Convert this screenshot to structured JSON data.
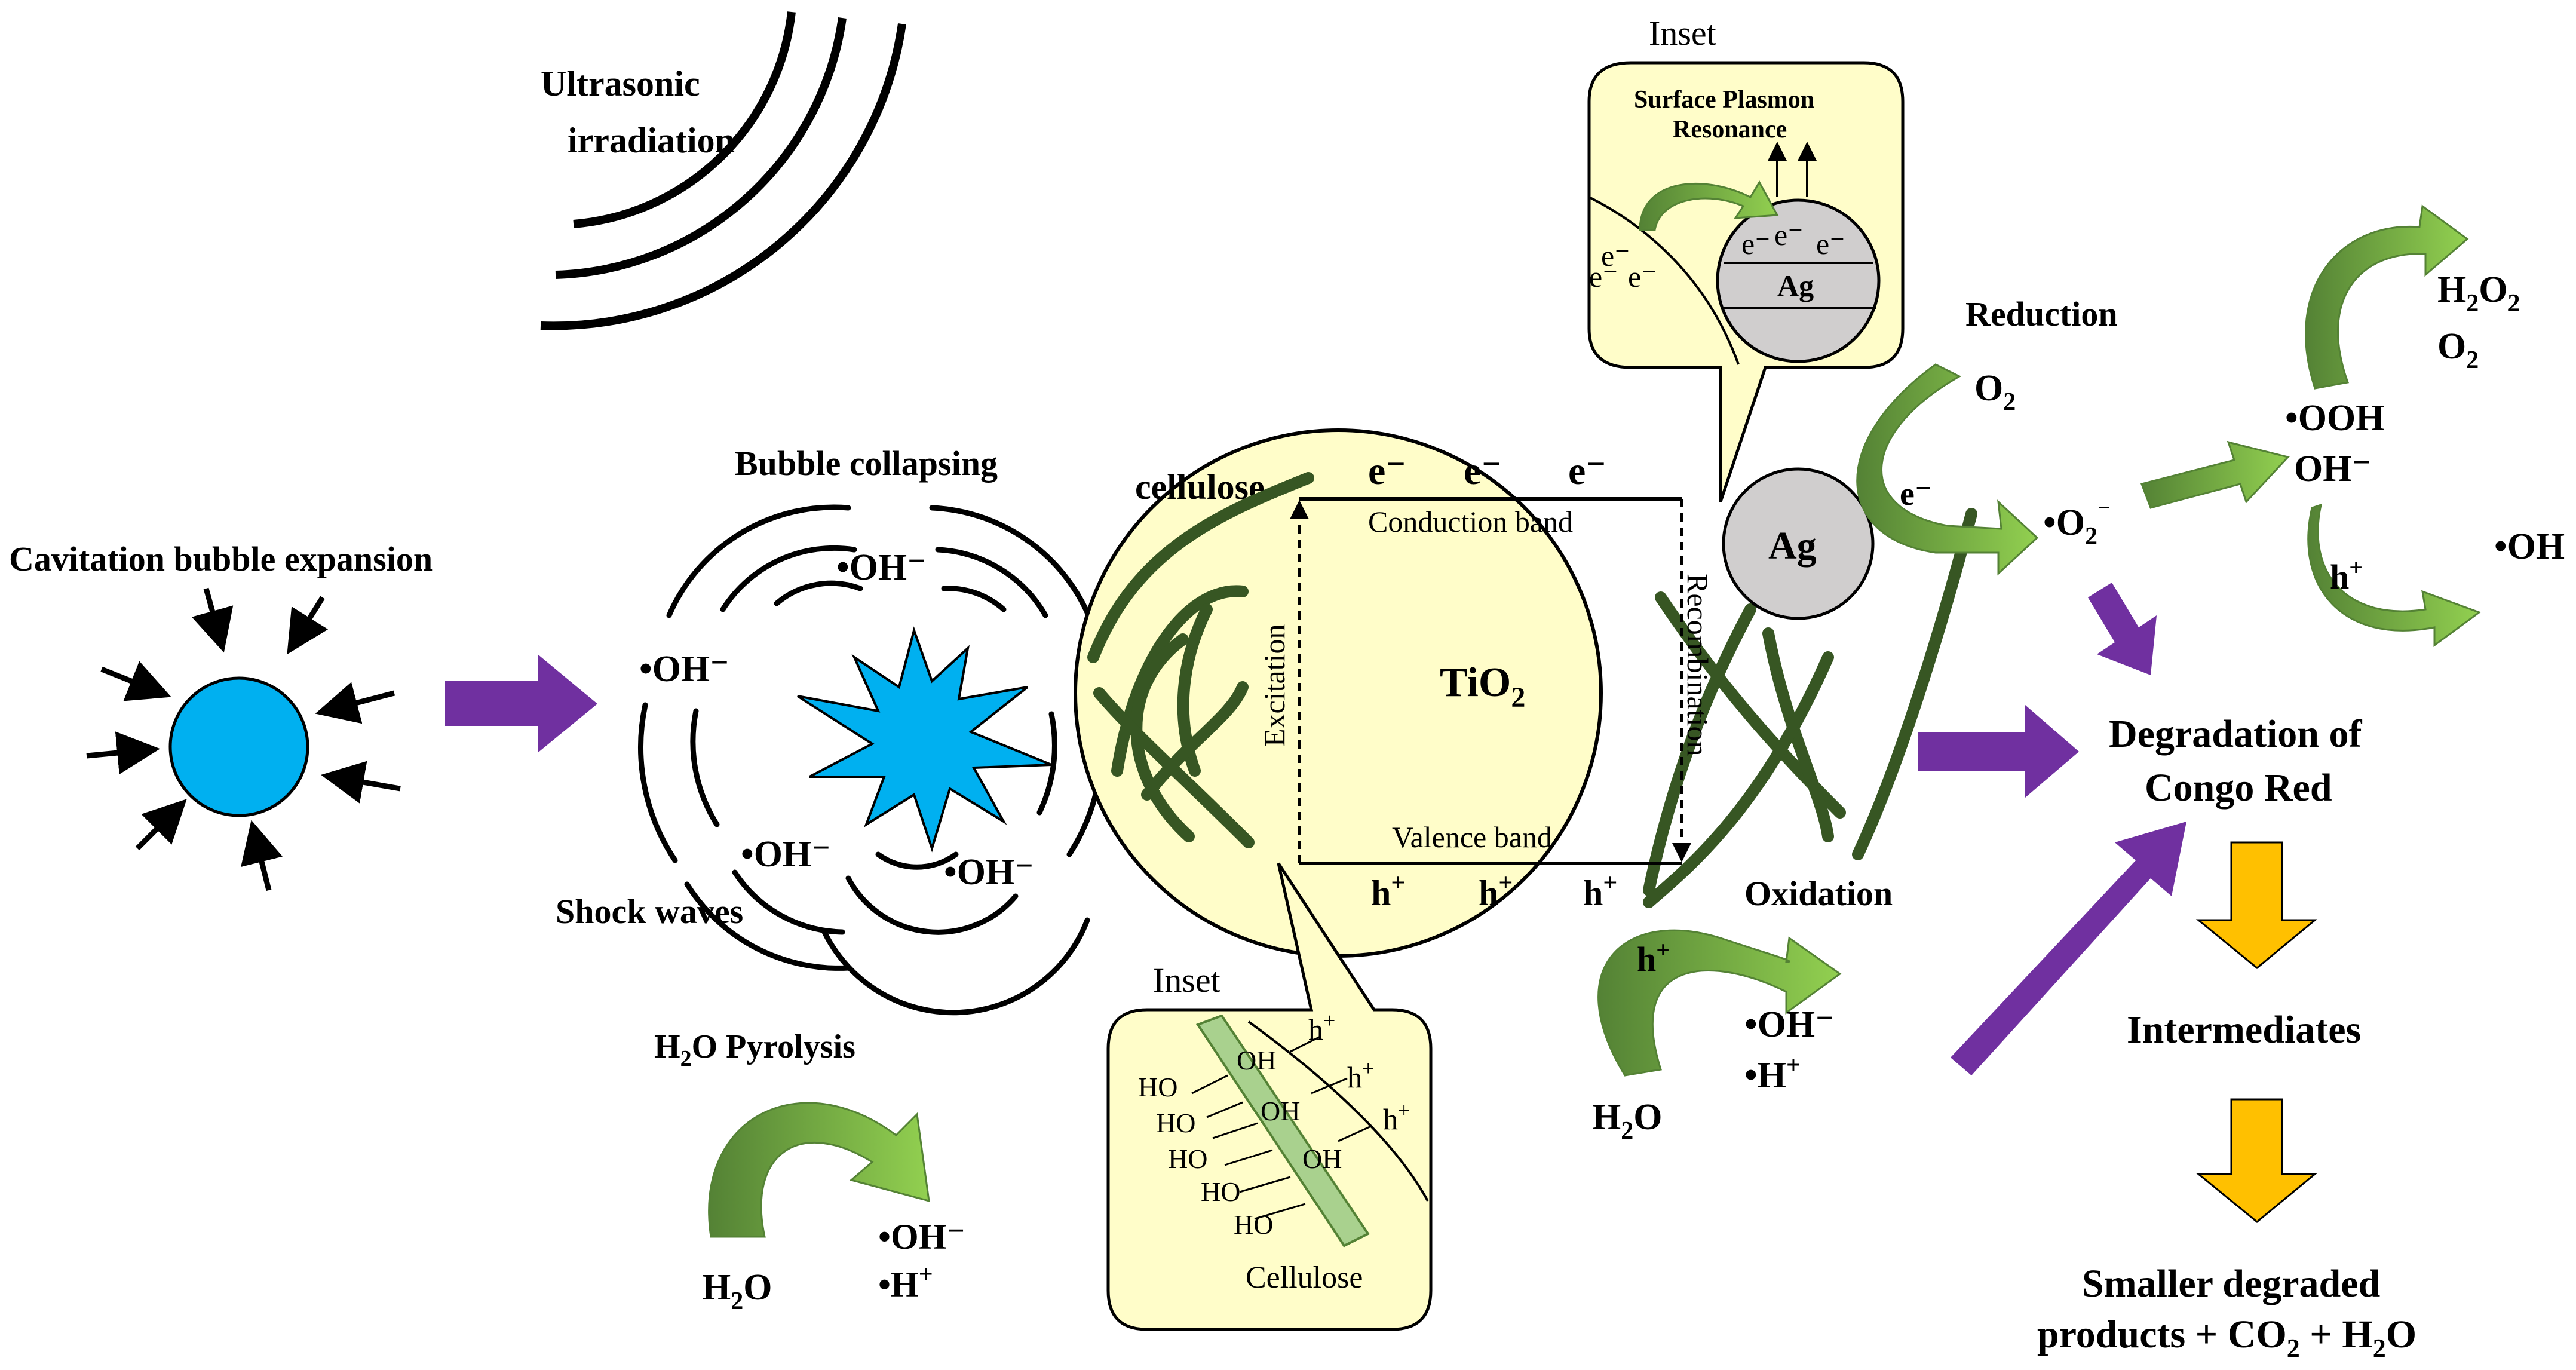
{
  "ultrasonic": {
    "line1": "Ultrasonic",
    "line2": "irradiation"
  },
  "cavitation": {
    "label": "Cavitation bubble expansion"
  },
  "collapse": {
    "title": "Bubble collapsing",
    "oh_top": "•OH⁻",
    "oh_left": "•OH⁻",
    "oh_bottom_left": "•OH⁻",
    "oh_bottom_right": "•OH⁻",
    "shock": "Shock waves"
  },
  "pyrolysis": {
    "title_pre": "H",
    "title_sub": "2",
    "title_post": "O Pyrolysis",
    "reactant_pre": "H",
    "reactant_sub": "2",
    "reactant_post": "O",
    "product1": "•OH⁻",
    "product2_pre": "•H",
    "product2_sup": "+"
  },
  "tio2": {
    "cellulose": "cellulose",
    "electron": "e⁻",
    "conduction": "Conduction band",
    "valence": "Valence band",
    "excitation": "Excitation",
    "recombination": "Recombination",
    "name_pre": "TiO",
    "name_sub": "2",
    "hole_pre": "h",
    "hole_sup": "+",
    "ag": "Ag"
  },
  "inset_top": {
    "title": "Inset",
    "spr1": "Surface Plasmon",
    "spr2": "Resonance",
    "electron": "e⁻",
    "ag": "Ag"
  },
  "inset_bottom": {
    "title": "Inset",
    "oh": "OH",
    "ho": "HO",
    "hole_pre": "h",
    "hole_sup": "+",
    "cellulose": "Cellulose"
  },
  "reduction": {
    "title": "Reduction",
    "o2_pre": "O",
    "o2_sub": "2",
    "electron": "e⁻",
    "superoxide_pre": "•O",
    "superoxide_sub": "2",
    "superoxide_sup": "⁻",
    "h2o2_pre": "H",
    "h2o2_sub1": "2",
    "h2o2_mid": "O",
    "h2o2_sub2": "2",
    "o2b_pre": "O",
    "o2b_sub": "2",
    "ooh": "•OOH",
    "ohm": "OH⁻",
    "hole_pre": "h",
    "hole_sup": "+",
    "oh_radical": "•OH"
  },
  "oxidation": {
    "title": "Oxidation",
    "hole_pre": "h",
    "hole_sup": "+",
    "product1": "•OH⁻",
    "product2_pre": "•H",
    "product2_sup": "+",
    "reactant_pre": "H",
    "reactant_sub": "2",
    "reactant_post": "O"
  },
  "outcome": {
    "degradation1": "Degradation of",
    "degradation2": "Congo Red",
    "intermediates": "Intermediates",
    "final1": "Smaller degraded",
    "final2_a": "products + CO",
    "final2_sub1": "2",
    "final2_b": " + H",
    "final2_sub2": "2",
    "final2_c": "O"
  },
  "colors": {
    "bubble": "#00b0f0",
    "purple_arrow": "#7030a0",
    "green_dark": "#548235",
    "green_light": "#92d050",
    "cellulose_fiber": "#375623",
    "panel_fill": "#fffdc9",
    "ag_fill": "#d0cece",
    "yellow_arrow": "#ffc000"
  }
}
